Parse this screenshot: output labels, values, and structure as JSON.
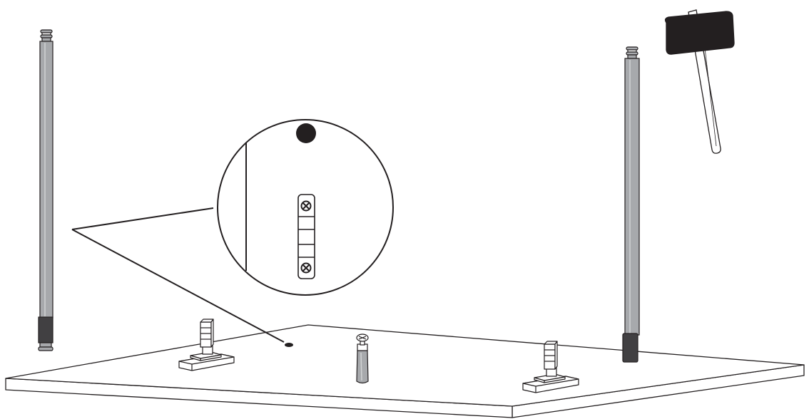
{
  "scene": {
    "type": "assembly-instruction-illustration",
    "colors": {
      "background": "#ffffff",
      "line": "#231f20",
      "rod_fill": "#a7a9ac",
      "rod_end_fill": "#414042",
      "mallet_head": "#231f20",
      "dot": "#231f20"
    },
    "icons": [
      "table-top",
      "leg-rod",
      "mallet",
      "magnifier-detail",
      "connector-bracket",
      "cam-bolt",
      "screw-head"
    ]
  }
}
